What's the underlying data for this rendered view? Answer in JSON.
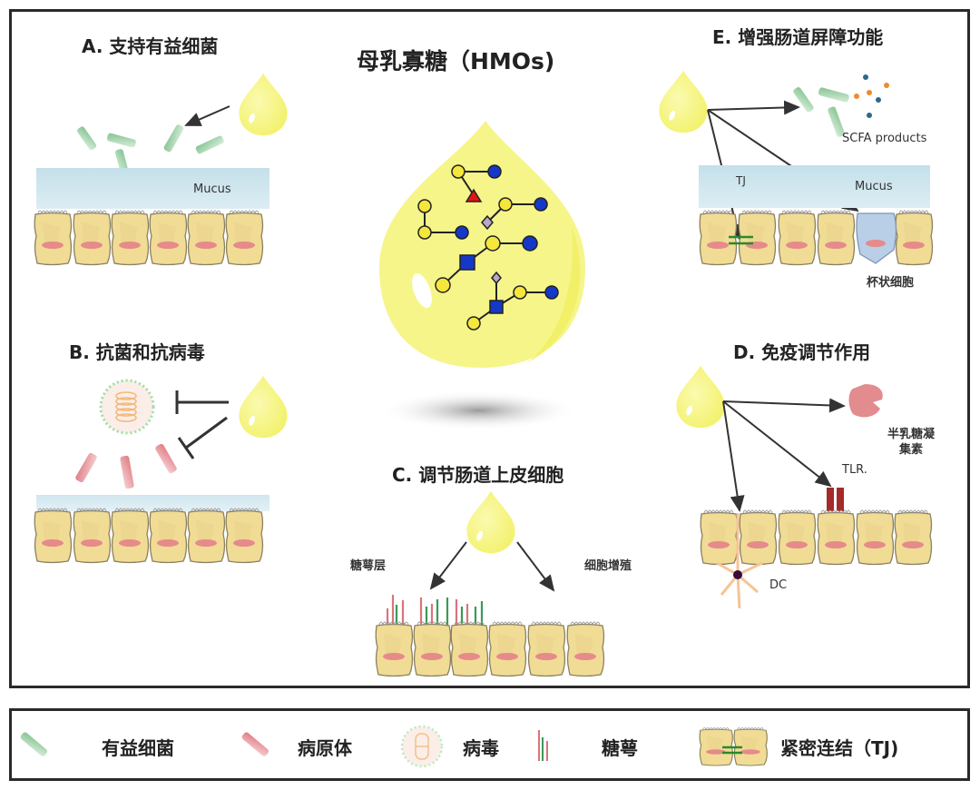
{
  "main_title": "母乳寡糖（HMOs)",
  "panels": {
    "A": {
      "title": "A. 支持有益细菌",
      "mucus_label": "Mucus"
    },
    "B": {
      "title": "B. 抗菌和抗病毒"
    },
    "C": {
      "title": "C. 调节肠道上皮细胞",
      "left_label": "糖萼层",
      "right_label": "细胞增殖"
    },
    "D": {
      "title": "D. 免疫调节作用",
      "galectin_label_line1": "半乳糖凝",
      "galectin_label_line2": "集素",
      "tlr_label": "TLR.",
      "dc_label": "DC"
    },
    "E": {
      "title": "E. 增强肠道屏障功能",
      "scfa_label": "SCFA products",
      "tj_label": "TJ",
      "mucus_label": "Mucus",
      "goblet_label": "杯状细胞"
    }
  },
  "legend": {
    "items": [
      {
        "icon": "beneficial-bacteria-icon",
        "label": "有益细菌"
      },
      {
        "icon": "pathogen-icon",
        "label": "病原体"
      },
      {
        "icon": "virus-icon",
        "label": "病毒"
      },
      {
        "icon": "glycocalyx-icon",
        "label": "糖萼"
      },
      {
        "icon": "tight-junction-icon",
        "label": "紧密连结（TJ)"
      }
    ]
  },
  "colors": {
    "drop": "#f7f58a",
    "drop_edge": "#eef06a",
    "bacteria_green": "#8fc79a",
    "pathogen_red": "#e0868d",
    "mucus_blue": "#d3e8f0",
    "cell_fill": "#f1dc96",
    "nucleus": "#e68a8a",
    "glycan_yellow": "#f5e63c",
    "glycan_blue": "#1538c8",
    "glycan_red": "#e01515",
    "glycan_gray": "#b7a8c8"
  }
}
